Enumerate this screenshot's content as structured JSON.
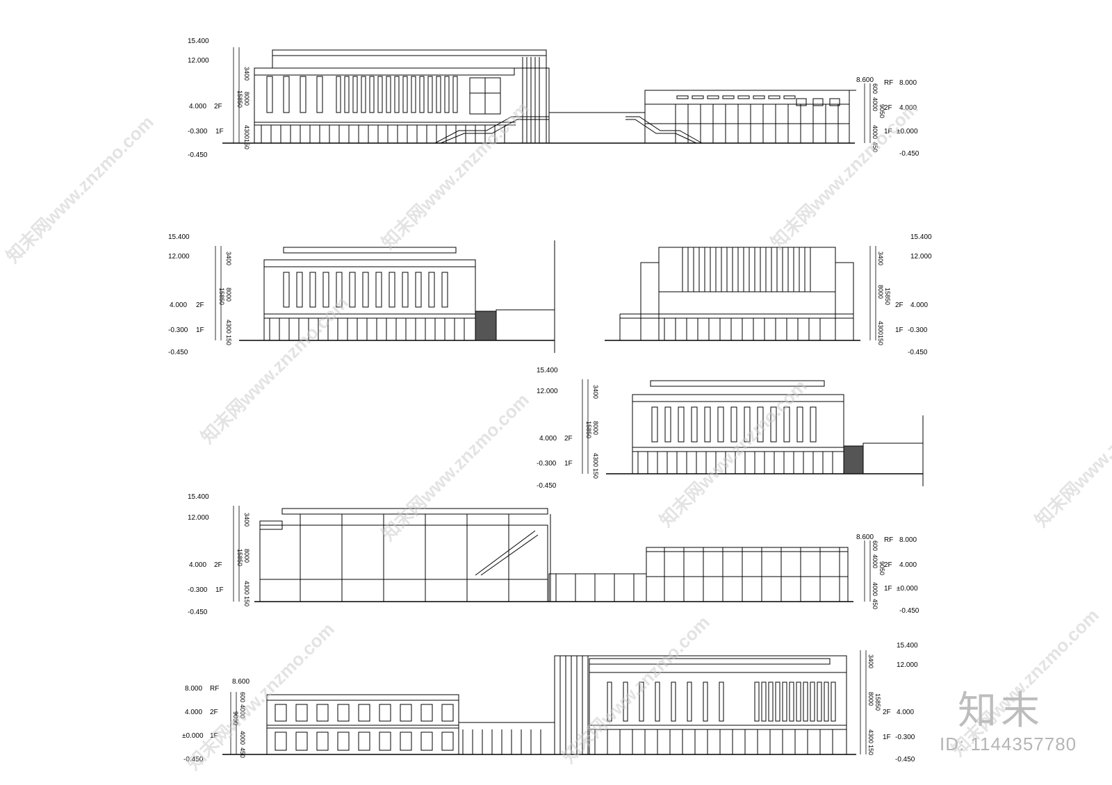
{
  "watermark": {
    "site": "知末网www.znzmo.com",
    "brand": "知末",
    "id_text": "ID: 1144357780"
  },
  "labels": {
    "h15400": "15.400",
    "h12000": "12.000",
    "h8600": "8.600",
    "h8000": "8.000",
    "h4000": "4.000",
    "hm0300": "-0.300",
    "hm0450": "-0.450",
    "h0000": "±0.000",
    "f1": "1F",
    "f2": "2F",
    "rf": "RF",
    "d3400": "3400",
    "d8000": "8000",
    "d4300": "4300",
    "d150": "150",
    "d15850": "15850",
    "d600": "600",
    "d4000": "4000",
    "d450": "450",
    "d9050": "9050"
  }
}
